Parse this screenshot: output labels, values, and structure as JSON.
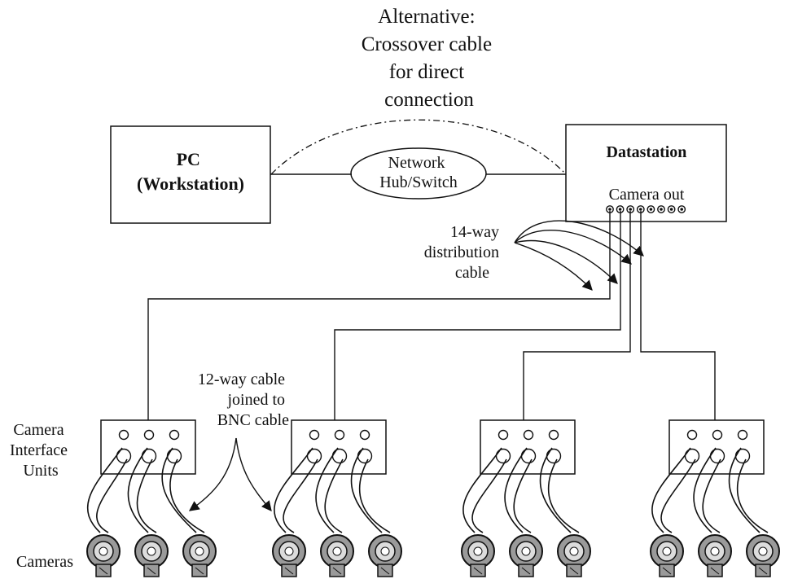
{
  "labels": {
    "alternative": [
      "Alternative:",
      "Crossover cable",
      "for direct",
      "connection"
    ],
    "pc": [
      "PC",
      "(Workstation)"
    ],
    "hub": [
      "Network",
      "Hub/Switch"
    ],
    "datastation": "Datastation",
    "camera_out": "Camera out",
    "distribution": [
      "14-way",
      "distribution",
      "cable"
    ],
    "twelve_way": [
      "12-way cable",
      "joined to",
      "BNC cable"
    ],
    "interface_units": [
      "Camera",
      "Interface",
      "Units"
    ],
    "cameras": "Cameras"
  },
  "counts": {
    "camera_out_ports": 8,
    "interface_units": 4,
    "cameras_per_unit": 3
  },
  "colors": {
    "line": "#111111",
    "camera_body": "#9a9a9a",
    "camera_lens": "#dcdcdc"
  }
}
